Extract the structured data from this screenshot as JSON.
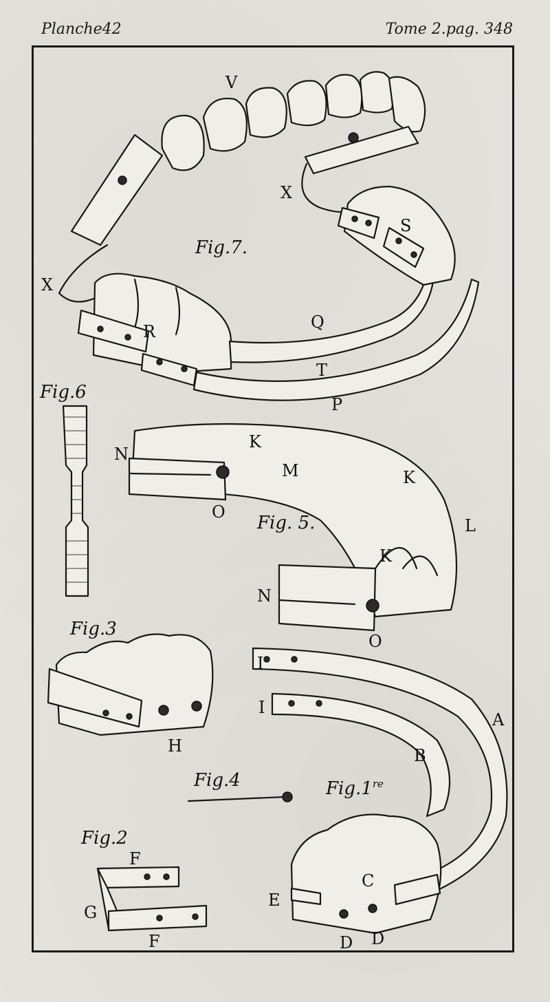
{
  "header": {
    "plate": "Planche42",
    "page_ref": "Tome 2.pag. 348"
  },
  "figures": {
    "fig7": "Fig.7.",
    "fig6": "Fig.6",
    "fig5": "Fig. 5.",
    "fig3": "Fig.3",
    "fig4": "Fig.4",
    "fig1": "Fig.1",
    "fig1_sup": "re",
    "fig2": "Fig.2"
  },
  "labels": {
    "V": "V",
    "X1": "X",
    "X2": "X",
    "S": "S",
    "R": "R",
    "Q": "Q",
    "T": "T",
    "P": "P",
    "N1": "N",
    "K1": "K",
    "M": "M",
    "K2": "K",
    "O1": "O",
    "L": "L",
    "K3": "K",
    "N2": "N",
    "O2": "O",
    "I1": "I",
    "I2": "I",
    "A": "A",
    "B": "B",
    "H": "H",
    "F1": "F",
    "G": "G",
    "F2": "F",
    "E": "E",
    "C": "C",
    "D1": "D",
    "D2": "D"
  }
}
